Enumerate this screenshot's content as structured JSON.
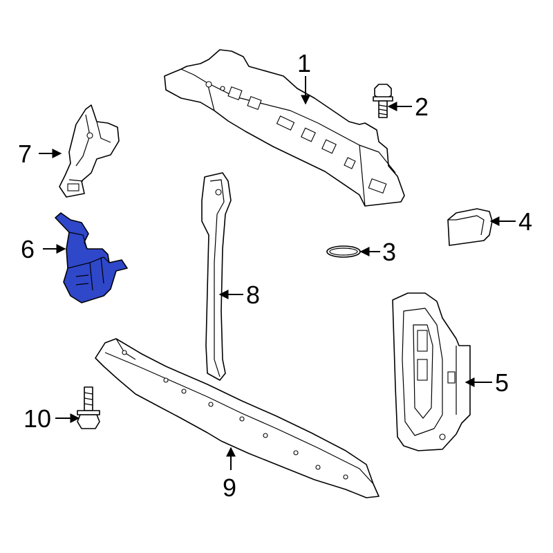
{
  "callouts": {
    "c1": "1",
    "c2": "2",
    "c3": "3",
    "c4": "4",
    "c5": "5",
    "c6": "6",
    "c7": "7",
    "c8": "8",
    "c9": "9",
    "c10": "10"
  },
  "colors": {
    "highlight_part": "#2f47c9",
    "line_art": "#000000",
    "background": "#ffffff"
  }
}
